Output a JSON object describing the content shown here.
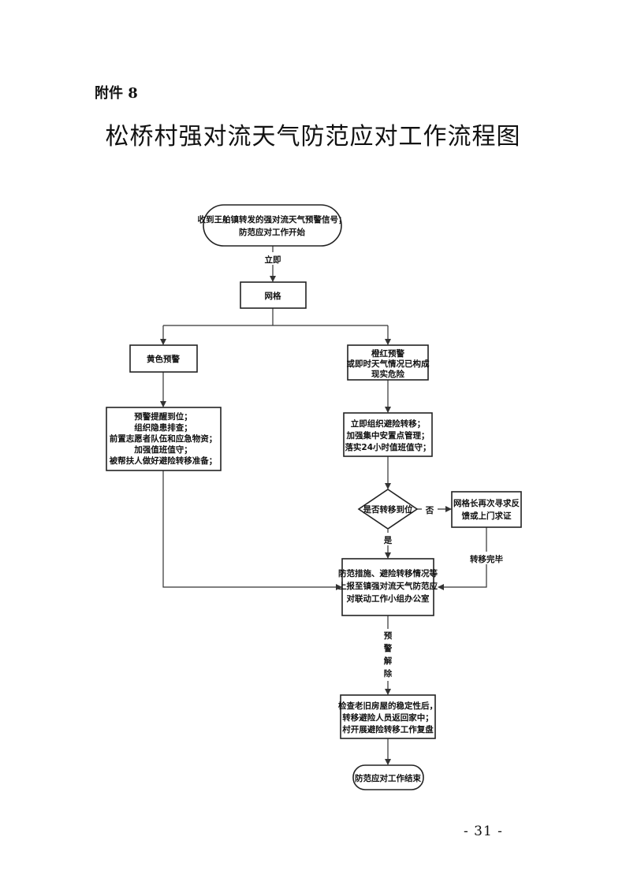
{
  "header": {
    "attachment": "附件 8",
    "title": "松桥村强对流天气防范应对工作流程图"
  },
  "flowchart": {
    "nodes": {
      "start": [
        "收到王舶镇转发的强对流天气预警信号；",
        "防范应对工作开始"
      ],
      "grid": [
        "网格"
      ],
      "yellow": [
        "黄色预警"
      ],
      "orange": [
        "橙红预警",
        "或即时天气情况已构成",
        "现实危险"
      ],
      "yellow_actions": [
        "预警提醒到位；",
        "组织隐患排查；",
        "前置志愿者队伍和应急物资；",
        "加强值班值守；",
        "被帮扶人做好避险转移准备；"
      ],
      "orange_actions": [
        "立即组织避险转移；",
        "加强集中安置点管理；",
        "落实24小时值班值守；"
      ],
      "decision": [
        "是否转移到位"
      ],
      "grid_leader": [
        "网格长再次寻求反",
        "馈或上门求证"
      ],
      "report": [
        "防范措施、避险转移情况等",
        "上报至镇强对流天气防范应",
        "对联动工作小组办公室"
      ],
      "check": [
        "检查老旧房屋的稳定性后，",
        "转移避险人员返回家中；",
        "村开展避险转移工作复盘"
      ],
      "end": [
        "防范应对工作结束"
      ]
    },
    "edge_labels": {
      "immediately": "立即",
      "no": "否",
      "yes": "是",
      "transfer_done": "转移完毕",
      "warning_lifted": [
        "预",
        "警",
        "解",
        "除"
      ]
    }
  },
  "footer": {
    "page_number": "- 31 -"
  }
}
